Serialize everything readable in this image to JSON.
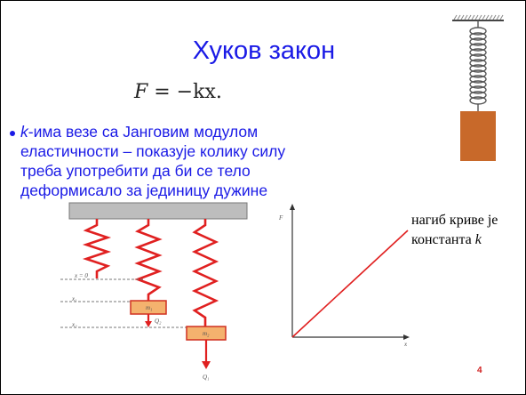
{
  "slide": {
    "title": "Хуков закон",
    "formula": {
      "lhs": "F",
      "rhs": " = −kx."
    },
    "bullet": {
      "k": "k",
      "text": "-има везе са Јанговим модулом еластичности – показује колику силу треба употребити да би се тело деформисало за јединицу дужине"
    },
    "annotation": {
      "text": "нагиб криве је константа ",
      "k": "k"
    },
    "page_number": "4"
  },
  "spring_figure": {
    "label_x0": "x = 0",
    "label_x1": "x₁",
    "label_x2": "x₂",
    "mass1": "m₁",
    "mass2": "m₂",
    "force1": "Q₁",
    "force2": "Q₂"
  },
  "graph": {
    "y_label": "F",
    "x_label": "x"
  },
  "colors": {
    "title": "#1a1ae6",
    "spring": "#e02020",
    "mass": "#f4b26e",
    "line": "#e02020"
  },
  "icons": [
    "hanging-spring-icon",
    "ceiling-icon",
    "mass-block-icon",
    "force-arrow-icon"
  ]
}
